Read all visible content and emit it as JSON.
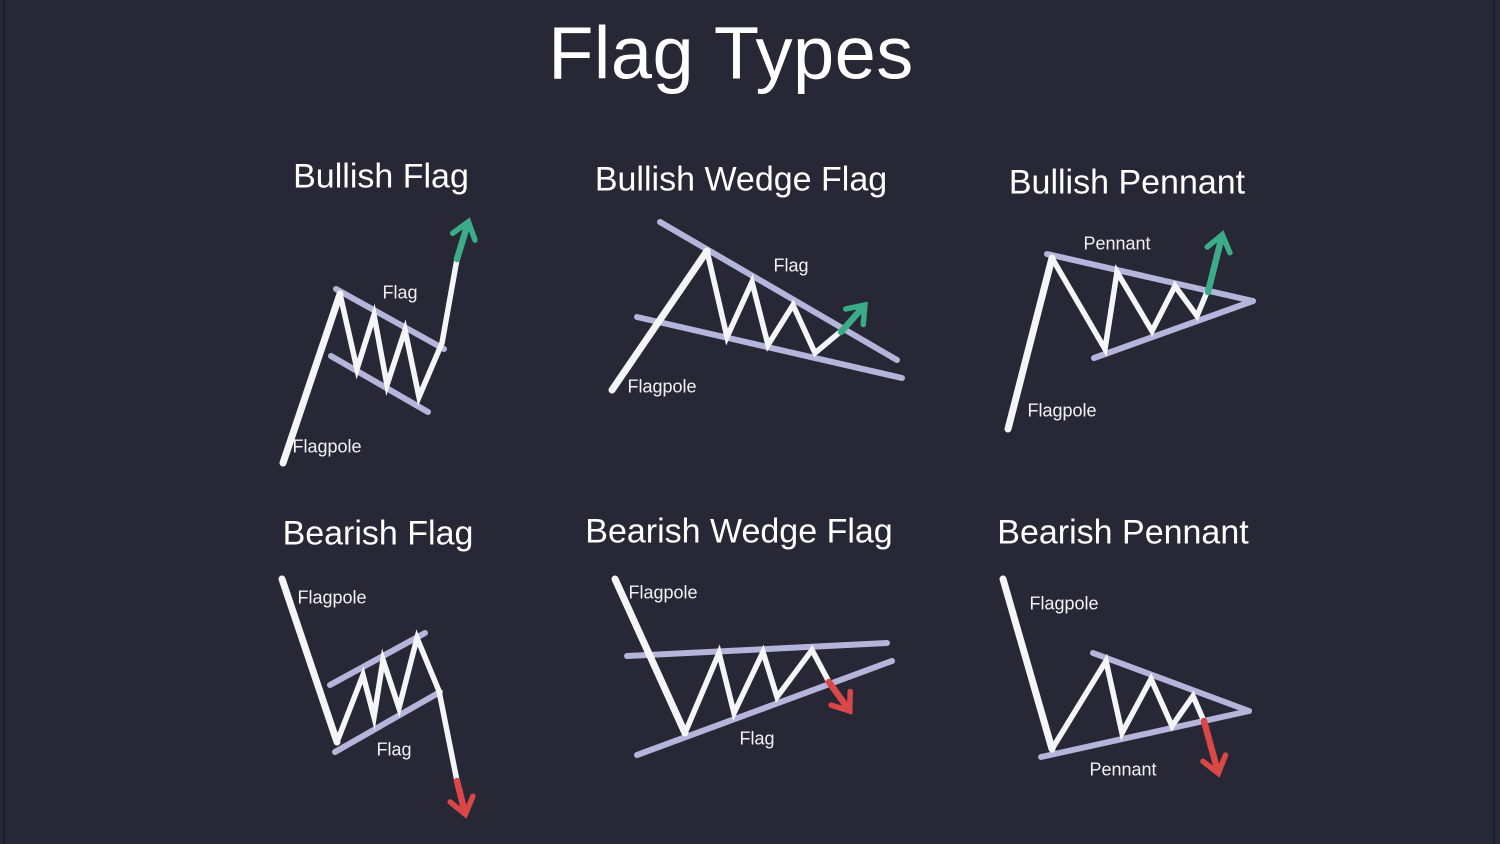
{
  "page": {
    "title": "Flag Types"
  },
  "colors": {
    "background": "#272735",
    "line_white": "#f5f5f8",
    "channel_lavender": "#b5b5dc",
    "bullish_green": "#3cab87",
    "bearish_red": "#d94747",
    "title_text": "#ffffff",
    "label_text": "#f2f2f2"
  },
  "patterns": [
    {
      "id": "bullish-flag",
      "title": "Bullish Flag",
      "direction": "bullish",
      "labels": {
        "flag": "Flag",
        "flagpole": "Flagpole"
      }
    },
    {
      "id": "bullish-wedge-flag",
      "title": "Bullish Wedge Flag",
      "direction": "bullish",
      "labels": {
        "flag": "Flag",
        "flagpole": "Flagpole"
      }
    },
    {
      "id": "bullish-pennant",
      "title": "Bullish Pennant",
      "direction": "bullish",
      "labels": {
        "pennant": "Pennant",
        "flagpole": "Flagpole"
      }
    },
    {
      "id": "bearish-flag",
      "title": "Bearish Flag",
      "direction": "bearish",
      "labels": {
        "flagpole": "Flagpole",
        "flag": "Flag"
      }
    },
    {
      "id": "bearish-wedge-flag",
      "title": "Bearish Wedge Flag",
      "direction": "bearish",
      "labels": {
        "flagpole": "Flagpole",
        "flag": "Flag"
      }
    },
    {
      "id": "bearish-pennant",
      "title": "Bearish Pennant",
      "direction": "bearish",
      "labels": {
        "flagpole": "Flagpole",
        "pennant": "Pennant"
      }
    }
  ]
}
